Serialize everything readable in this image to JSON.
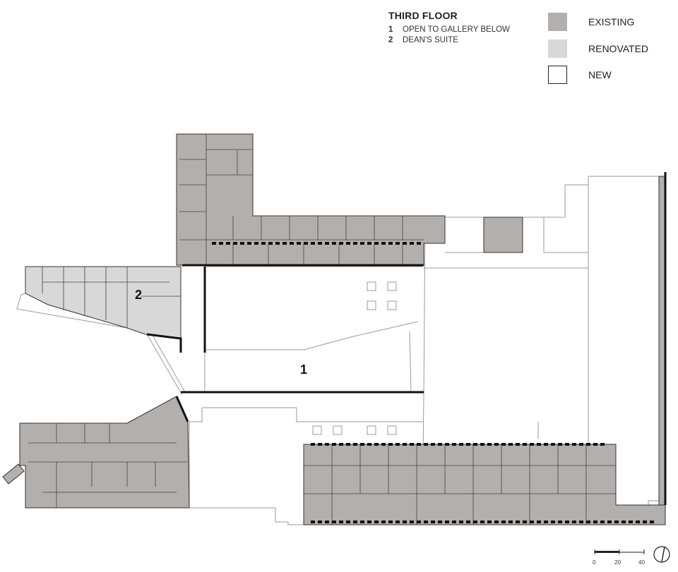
{
  "title": "THIRD FLOOR",
  "notes": [
    {
      "num": "1",
      "text": "OPEN TO GALLERY BELOW"
    },
    {
      "num": "2",
      "text": "DEAN'S SUITE"
    }
  ],
  "legend": [
    {
      "label": "EXISTING",
      "color": "#b3afac"
    },
    {
      "label": "RENOVATED",
      "color": "#d8d8d8"
    },
    {
      "label": "NEW",
      "color": "#ffffff"
    }
  ],
  "plan_labels": {
    "gallery": "1",
    "dean": "2"
  },
  "scale": {
    "ticks": [
      "0",
      "20",
      "40"
    ]
  },
  "colors": {
    "existing": "#b3afac",
    "renovated": "#d8d8d8",
    "wall": "#222222",
    "outline": "#9a9a9a"
  }
}
